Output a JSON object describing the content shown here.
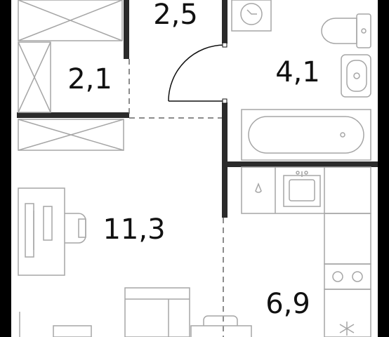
{
  "rooms": [
    {
      "id": "storage",
      "area": "2,5"
    },
    {
      "id": "wardrobe",
      "area": "2,1"
    },
    {
      "id": "bathroom",
      "area": "4,1"
    },
    {
      "id": "living",
      "area": "11,3"
    },
    {
      "id": "kitchen",
      "area": "6,9"
    }
  ],
  "colors": {
    "wall": "#2b2b2b",
    "outer_wall": "#000000",
    "fixture": "#a6a6a6",
    "text": "#111111",
    "background": "#ffffff"
  },
  "icons": [
    "washing-machine-icon",
    "toilet-icon",
    "sink-icon",
    "bathtub-icon",
    "stove-icon",
    "desk-icon",
    "chair-icon",
    "door-icon"
  ]
}
